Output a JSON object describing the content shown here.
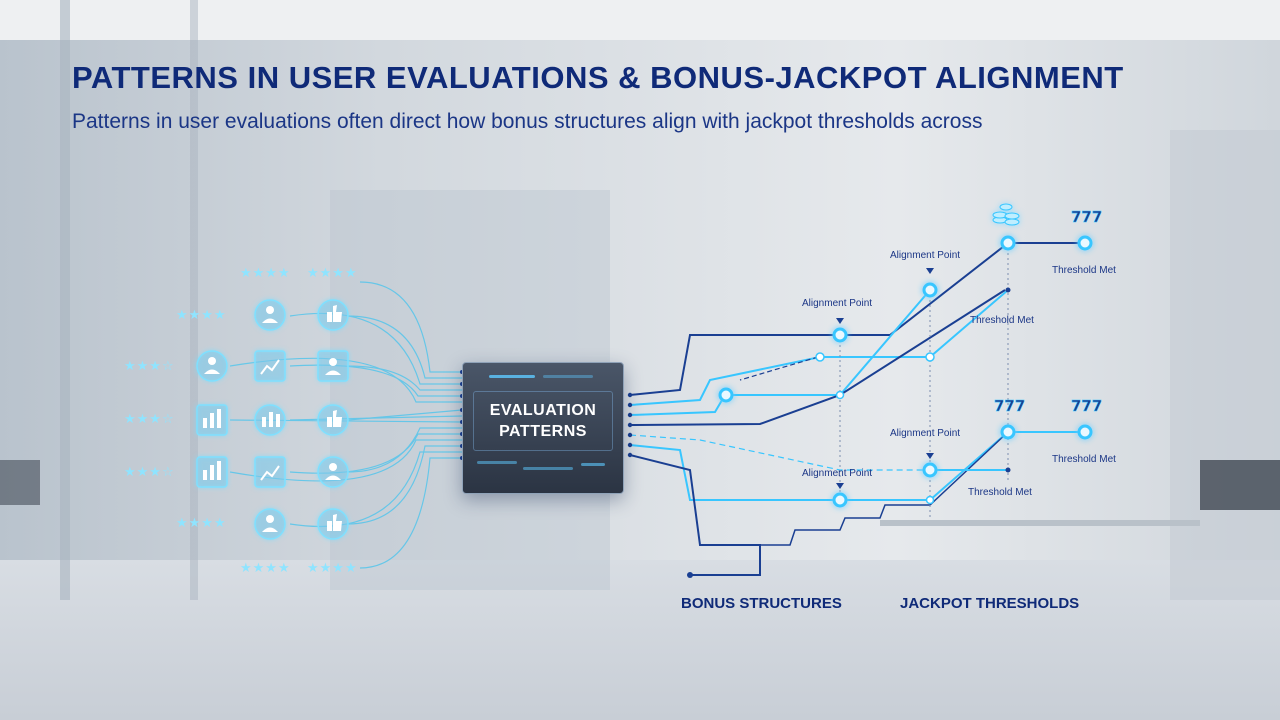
{
  "header": {
    "title": "PATTERNS IN USER EVALUATIONS & BONUS-JACKPOT ALIGNMENT",
    "subtitle": "Patterns in user evaluations often direct how bonus structures align with jackpot thresholds across"
  },
  "center_node": {
    "line1": "EVALUATION",
    "line2": "PATTERNS"
  },
  "bottom_labels": {
    "left": "BONUS STRUCTURES",
    "right": "JACKPOT THRESHOLDS"
  },
  "annotations": {
    "alignment_point": "Alignment Point",
    "threshold_met": "Threshold Met"
  },
  "ratings": {
    "four_stars": "★★★★",
    "three_half": "★★★☆"
  },
  "icons": {
    "user": "user-icon",
    "thumbs_up": "thumbs-up-icon",
    "bar_chart": "bar-chart-icon",
    "trend": "trend-chart-icon",
    "coins": "coin-stack-icon",
    "slot": "slot-777-icon"
  },
  "colors": {
    "title": "#0f2a78",
    "neon": "#38c6ff",
    "dark_line": "#1a3f92",
    "card": "#2b3443"
  }
}
